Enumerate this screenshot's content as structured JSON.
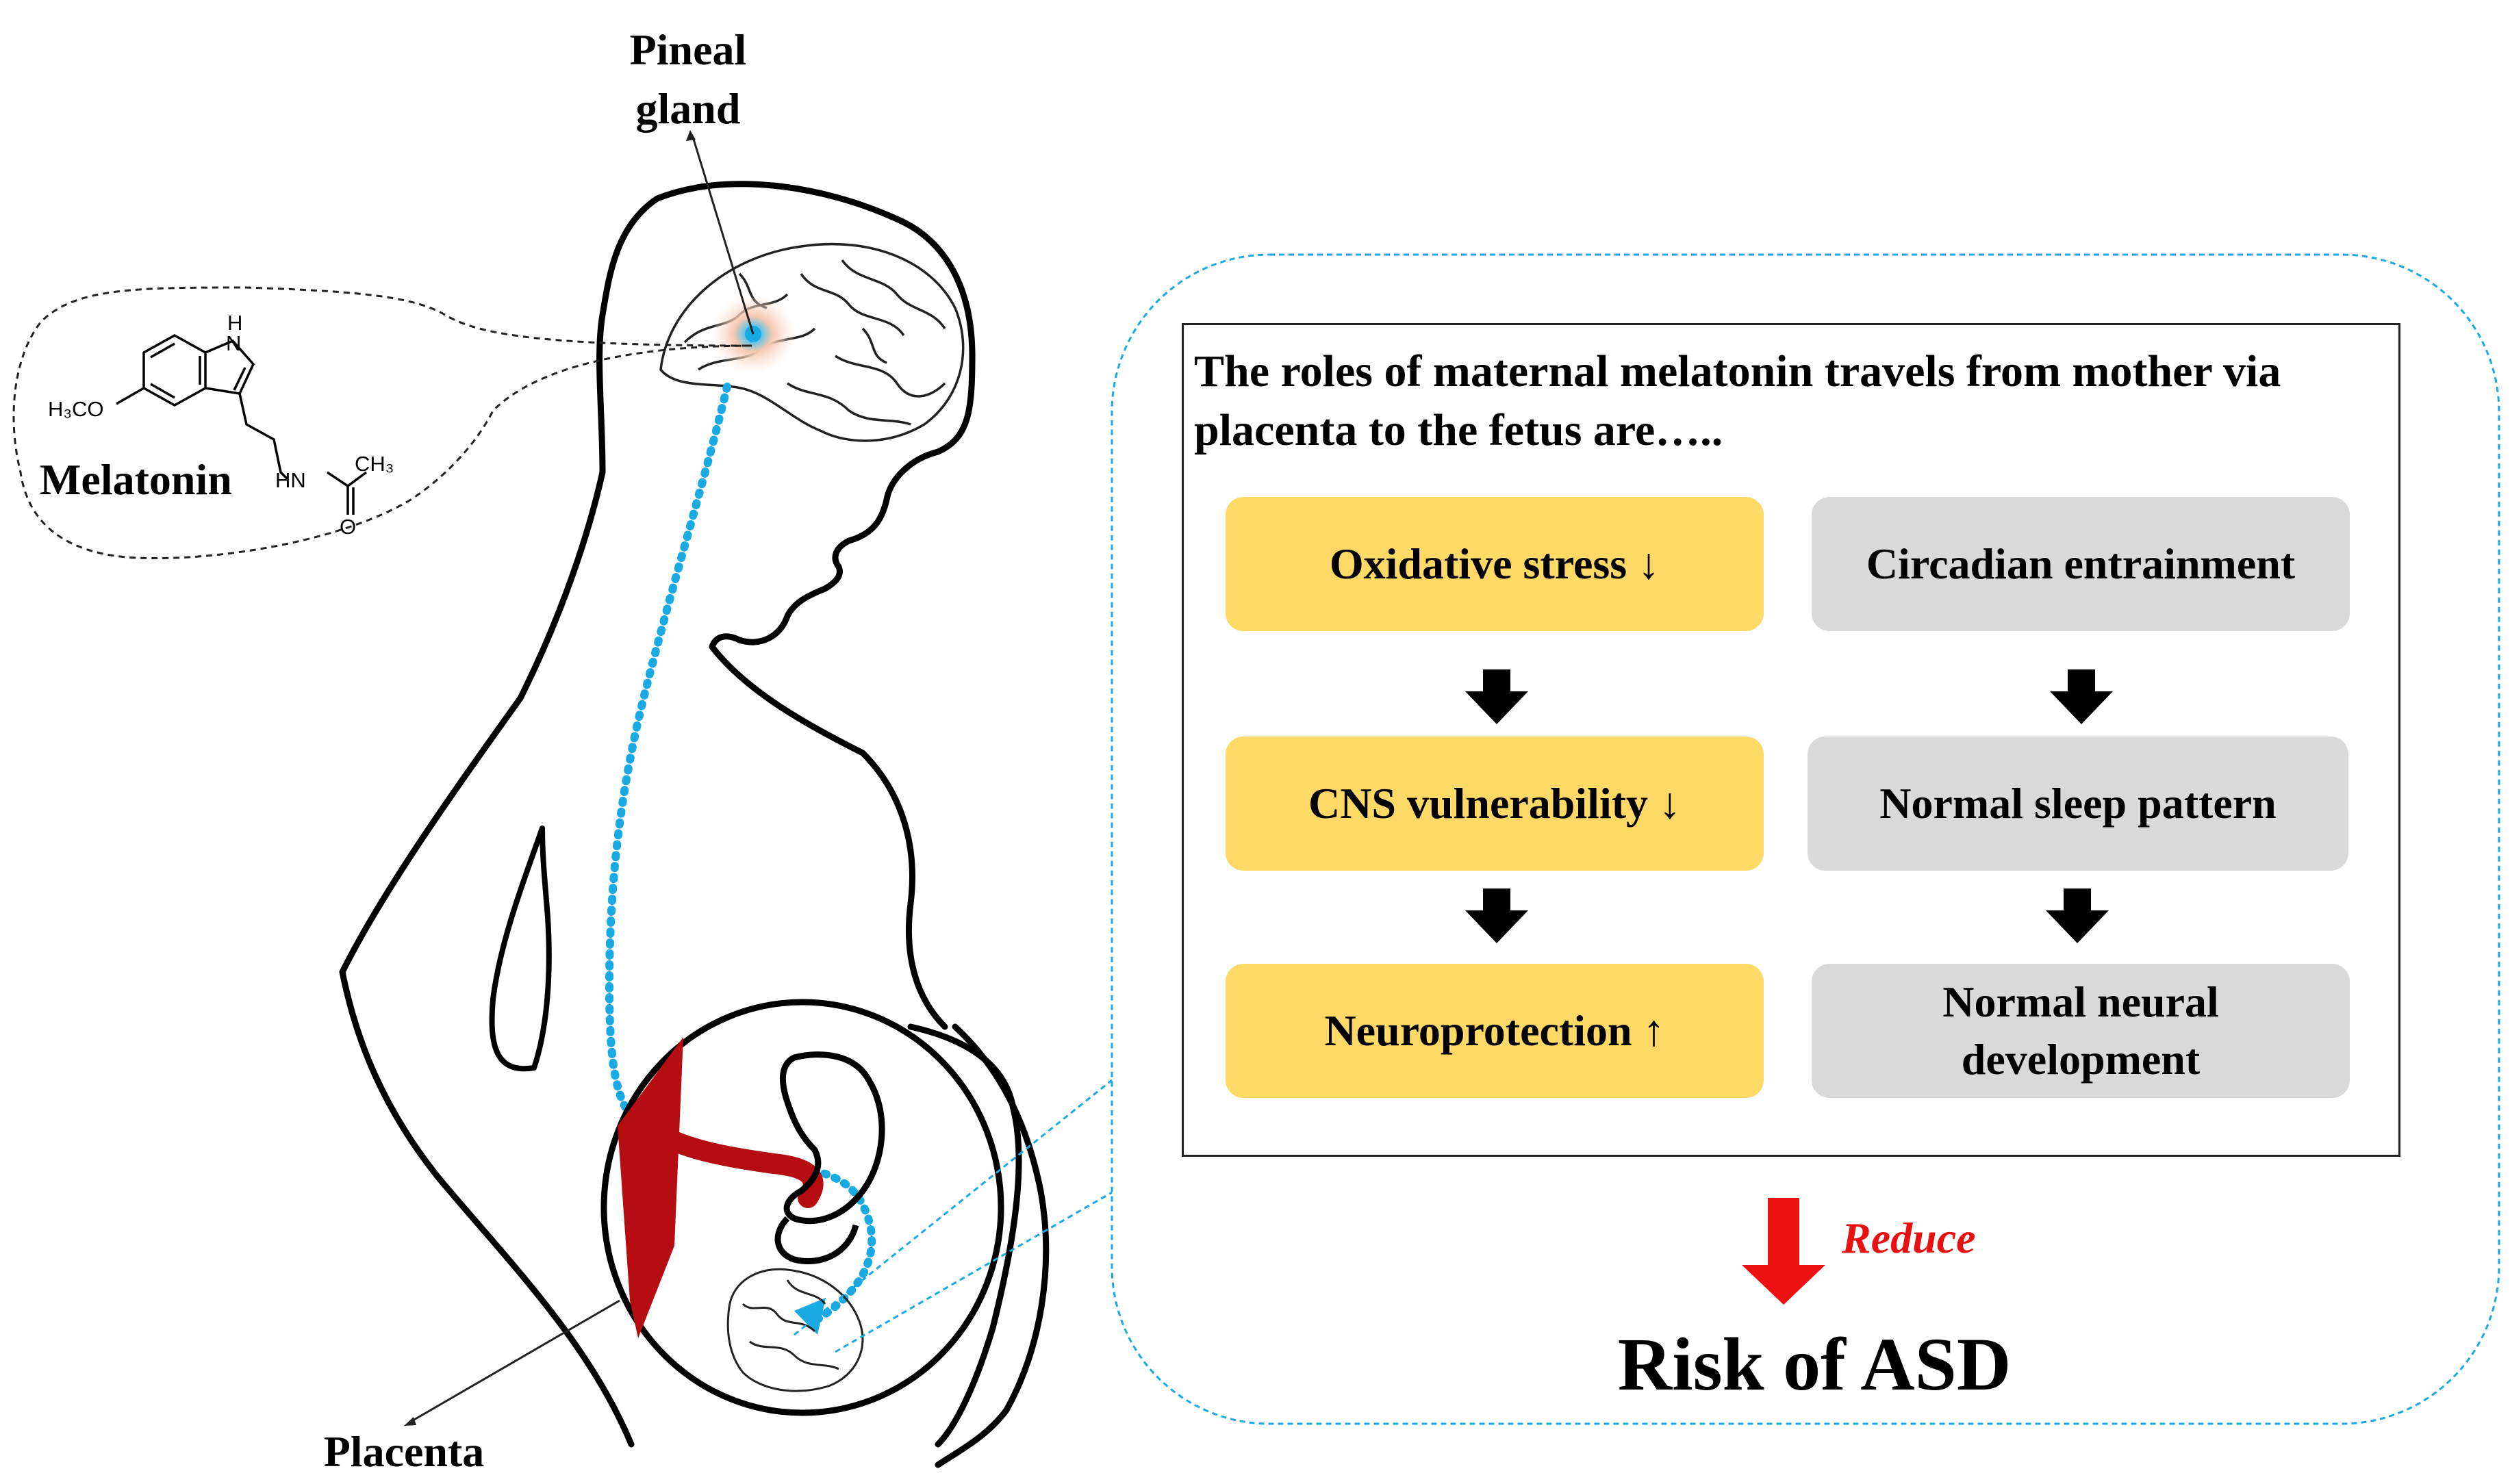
{
  "labels": {
    "pineal_line1": "Pineal",
    "pineal_line2": "gland",
    "placenta": "Placenta",
    "melatonin": "Melatonin"
  },
  "molecule_atoms": {
    "nh_ring": "H",
    "nh_ring_n": "N",
    "methoxy": "H₃CO",
    "amide_nh": "HN",
    "methyl": "CH₃",
    "carbonyl_o": "O"
  },
  "panel": {
    "intro": "The roles of maternal melatonin travels from mother via placenta to the fetus are…..",
    "left_column": [
      "Oxidative stress ↓",
      "CNS vulnerability ↓",
      "Neuroprotection ↑"
    ],
    "right_column": [
      "Circadian entrainment",
      "Normal sleep pattern",
      "Normal neural development"
    ],
    "reduce_label": "Reduce",
    "outcome": "Risk of ASD"
  },
  "colors": {
    "warm_box": "#ffd966",
    "cool_box": "#d9d9d9",
    "pathway": "#19a9e3",
    "placenta": "#b50d12",
    "reduce_arrow": "#ee1111"
  }
}
